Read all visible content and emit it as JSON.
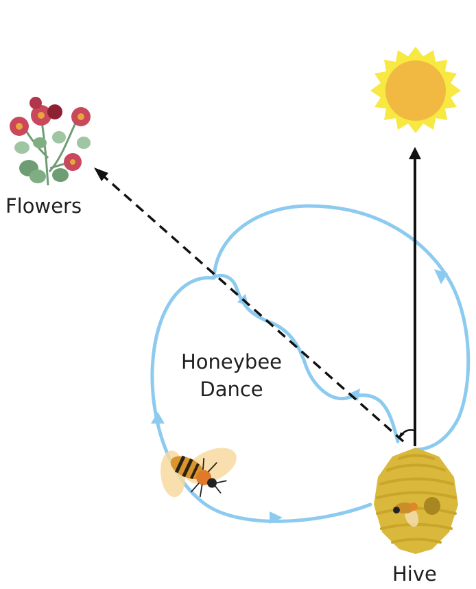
{
  "labels": {
    "flowers": "Flowers",
    "dance_line1": "Honeybee",
    "dance_line2": "Dance",
    "hive": "Hive"
  },
  "icons": {
    "sun": "sun-icon",
    "flowers": "flowers-icon",
    "hive": "hive-icon",
    "bee": "bee-icon"
  },
  "colors": {
    "dance_path": "#8ccbef",
    "arrow": "#111111",
    "sun_rays": "#f7e842",
    "sun_core": "#f1b941",
    "hive_body": "#d9b83c",
    "flower_petal": "#c9485b",
    "leaf": "#6e9c73"
  }
}
